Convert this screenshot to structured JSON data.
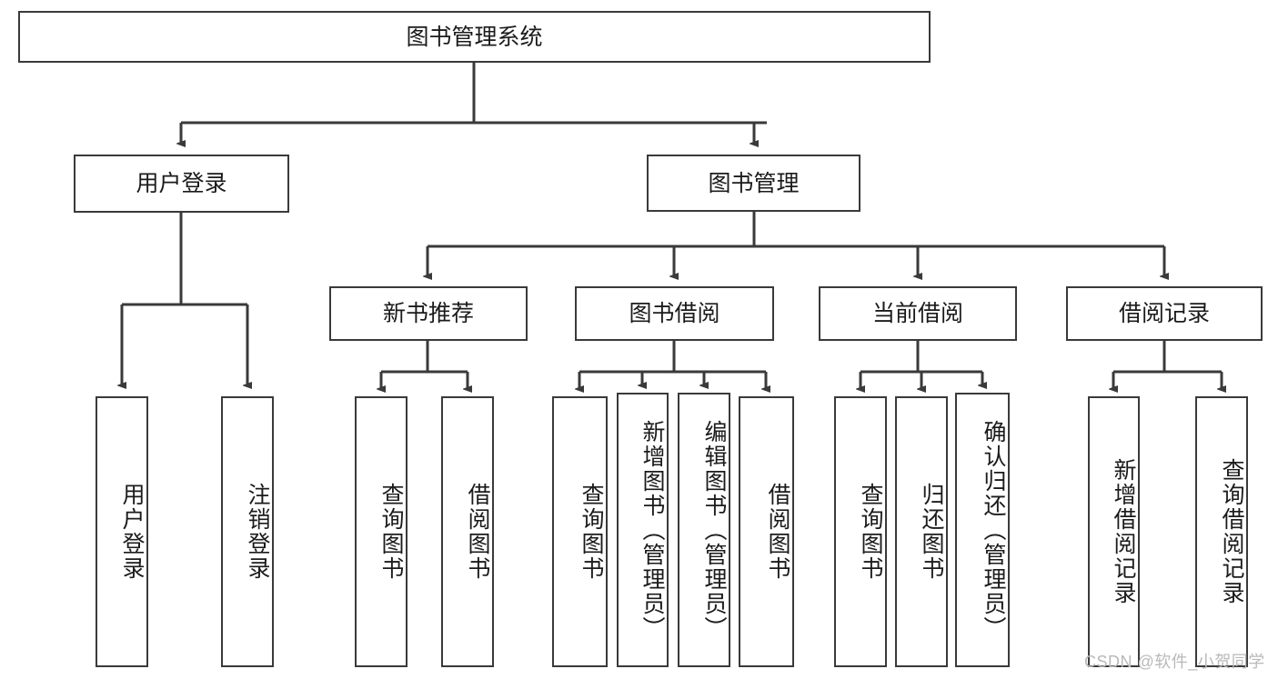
{
  "diagram": {
    "title_text": "图书管理系统",
    "root": {
      "label": "图书管理系统"
    },
    "level2": [
      {
        "label": "用户登录"
      },
      {
        "label": "图书管理"
      }
    ],
    "level3": [
      {
        "label": "新书推荐"
      },
      {
        "label": "图书借阅"
      },
      {
        "label": "当前借阅"
      },
      {
        "label": "借阅记录"
      }
    ],
    "leaves": {
      "user_login": [
        {
          "label": "用户登录"
        },
        {
          "label": "注销登录"
        }
      ],
      "new_book_recommend": [
        {
          "label": "查询图书"
        },
        {
          "label": "借阅图书"
        }
      ],
      "book_borrow": [
        {
          "label": "查询图书"
        },
        {
          "label": "新增图书（管理员）"
        },
        {
          "label": "编辑图书（管理员）"
        },
        {
          "label": "借阅图书"
        }
      ],
      "current_borrow": [
        {
          "label": "查询图书"
        },
        {
          "label": "归还图书"
        },
        {
          "label": "确认归还（管理员）"
        }
      ],
      "borrow_record": [
        {
          "label": "新增借阅记录"
        },
        {
          "label": "查询借阅记录"
        }
      ]
    }
  },
  "watermark": {
    "text": "CSDN @软件_小贺同学"
  },
  "colors": {
    "stroke": "#3a3a3a",
    "text": "#1b1b1b",
    "background": "#ffffff",
    "watermark": "#b9b9b9"
  }
}
